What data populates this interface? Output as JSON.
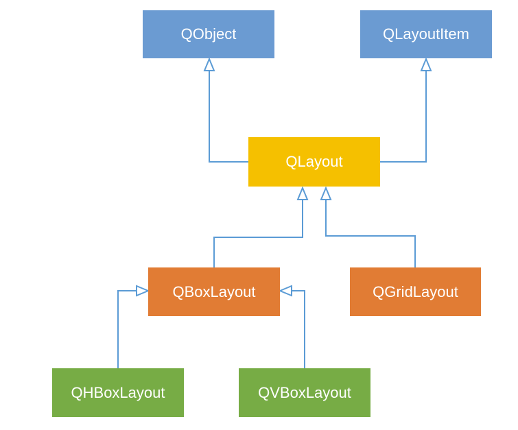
{
  "nodes": {
    "qobject": {
      "label": "QObject",
      "color": "#6b9bd2"
    },
    "qlayoutitem": {
      "label": "QLayoutItem",
      "color": "#6b9bd2"
    },
    "qlayout": {
      "label": "QLayout",
      "color": "#f5c000"
    },
    "qboxlayout": {
      "label": "QBoxLayout",
      "color": "#e17c34"
    },
    "qgridlayout": {
      "label": "QGridLayout",
      "color": "#e17c34"
    },
    "qhboxlayout": {
      "label": "QHBoxLayout",
      "color": "#77ac45"
    },
    "qvboxlayout": {
      "label": "QVBoxLayout",
      "color": "#77ac45"
    }
  },
  "edges": [
    {
      "from": "qlayout",
      "to": "qobject",
      "type": "inheritance"
    },
    {
      "from": "qlayout",
      "to": "qlayoutitem",
      "type": "inheritance"
    },
    {
      "from": "qboxlayout",
      "to": "qlayout",
      "type": "inheritance"
    },
    {
      "from": "qgridlayout",
      "to": "qlayout",
      "type": "inheritance"
    },
    {
      "from": "qhboxlayout",
      "to": "qboxlayout",
      "type": "inheritance"
    },
    {
      "from": "qvboxlayout",
      "to": "qboxlayout",
      "type": "inheritance"
    }
  ],
  "edge_color": "#5b9bd5"
}
